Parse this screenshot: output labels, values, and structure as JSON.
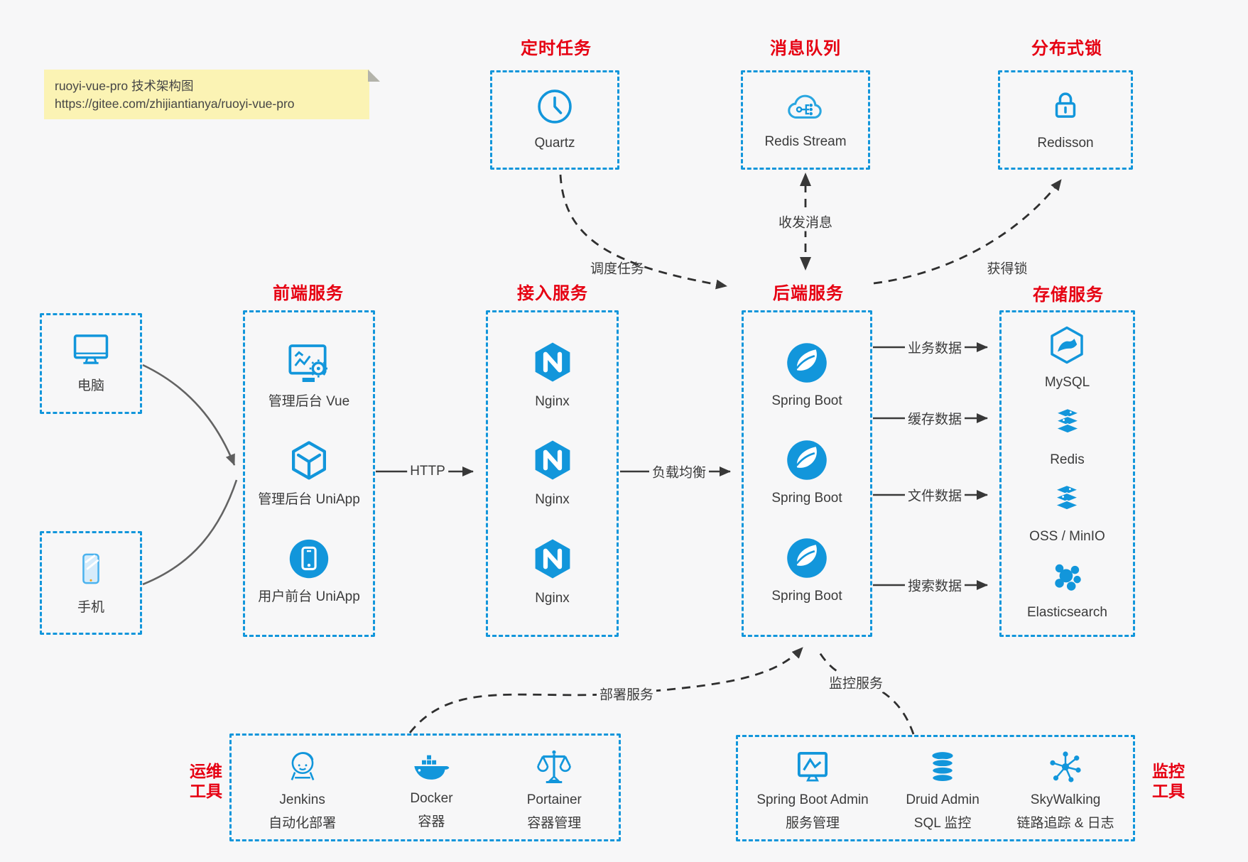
{
  "note": {
    "line1": "ruoyi-vue-pro 技术架构图",
    "line2": "https://gitee.com/zhijiantianya/ruoyi-vue-pro"
  },
  "top_sections": [
    {
      "title": "定时任务",
      "icon": "clock-icon",
      "label": "Quartz"
    },
    {
      "title": "消息队列",
      "icon": "cloud-stream-icon",
      "label": "Redis Stream"
    },
    {
      "title": "分布式锁",
      "icon": "lock-icon",
      "label": "Redisson"
    }
  ],
  "clients": [
    {
      "icon": "desktop-icon",
      "label": "电脑"
    },
    {
      "icon": "phone-icon",
      "label": "手机"
    }
  ],
  "frontend": {
    "title": "前端服务",
    "items": [
      {
        "icon": "admin-vue-icon",
        "label": "管理后台 Vue"
      },
      {
        "icon": "cube-icon",
        "label": "管理后台 UniApp"
      },
      {
        "icon": "phone-circle-icon",
        "label": "用户前台 UniApp"
      }
    ]
  },
  "access": {
    "title": "接入服务",
    "items": [
      {
        "icon": "nginx-icon",
        "label": "Nginx"
      },
      {
        "icon": "nginx-icon",
        "label": "Nginx"
      },
      {
        "icon": "nginx-icon",
        "label": "Nginx"
      }
    ]
  },
  "backend": {
    "title": "后端服务",
    "items": [
      {
        "icon": "spring-icon",
        "label": "Spring Boot"
      },
      {
        "icon": "spring-icon",
        "label": "Spring Boot"
      },
      {
        "icon": "spring-icon",
        "label": "Spring Boot"
      }
    ]
  },
  "storage": {
    "title": "存储服务",
    "items": [
      {
        "icon": "mysql-icon",
        "label": "MySQL"
      },
      {
        "icon": "redis-stack-icon",
        "label": "Redis"
      },
      {
        "icon": "storage-stack-icon",
        "label": "OSS / MinIO"
      },
      {
        "icon": "elasticsearch-icon",
        "label": "Elasticsearch"
      }
    ]
  },
  "edges": {
    "http": "HTTP",
    "load_balance": "负载均衡",
    "schedule": "调度任务",
    "message": "收发消息",
    "lock": "获得锁",
    "business": "业务数据",
    "cache": "缓存数据",
    "file": "文件数据",
    "search": "搜索数据",
    "deploy": "部署服务",
    "monitor": "监控服务"
  },
  "ops": {
    "title_l1": "运维",
    "title_l2": "工具",
    "items": [
      {
        "icon": "jenkins-icon",
        "name": "Jenkins",
        "desc": "自动化部署"
      },
      {
        "icon": "docker-icon",
        "name": "Docker",
        "desc": "容器"
      },
      {
        "icon": "portainer-icon",
        "name": "Portainer",
        "desc": "容器管理"
      }
    ]
  },
  "monitoring": {
    "title_l1": "监控",
    "title_l2": "工具",
    "items": [
      {
        "icon": "spring-admin-icon",
        "name": "Spring Boot Admin",
        "desc": "服务管理"
      },
      {
        "icon": "druid-icon",
        "name": "Druid Admin",
        "desc": "SQL 监控"
      },
      {
        "icon": "skywalking-icon",
        "name": "SkyWalking",
        "desc": "链路追踪 & 日志"
      }
    ]
  },
  "colors": {
    "accent_blue": "#1296db",
    "accent_red": "#e60012",
    "note_bg": "#fbf3b4"
  }
}
